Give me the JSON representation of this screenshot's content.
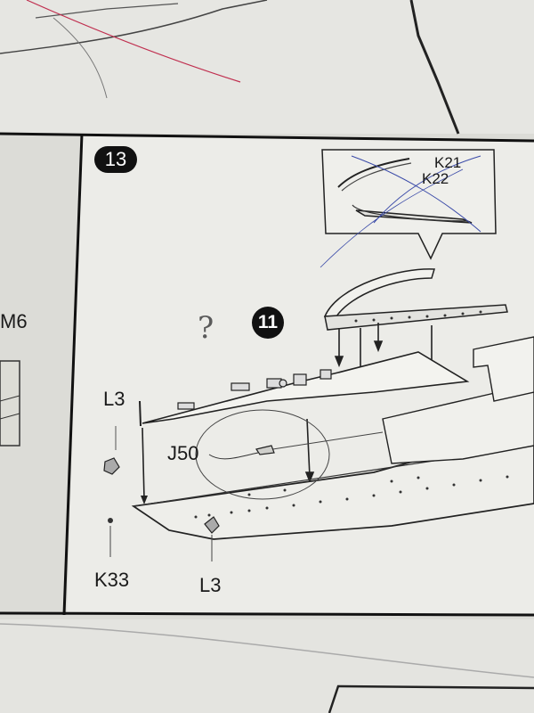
{
  "step": {
    "number": "13"
  },
  "reference_step": "11",
  "handwritten_mark": "?",
  "parts": {
    "k21": "K21",
    "k22": "K22",
    "m6": "M6",
    "l3_left": "L3",
    "l3_bottom": "L3",
    "j50": "J50",
    "k33": "K33"
  },
  "colors": {
    "paper": "#ecece8",
    "ink": "#1a1a1a",
    "pen_blue": "#3a4aa8",
    "pen_red": "#c03050"
  }
}
